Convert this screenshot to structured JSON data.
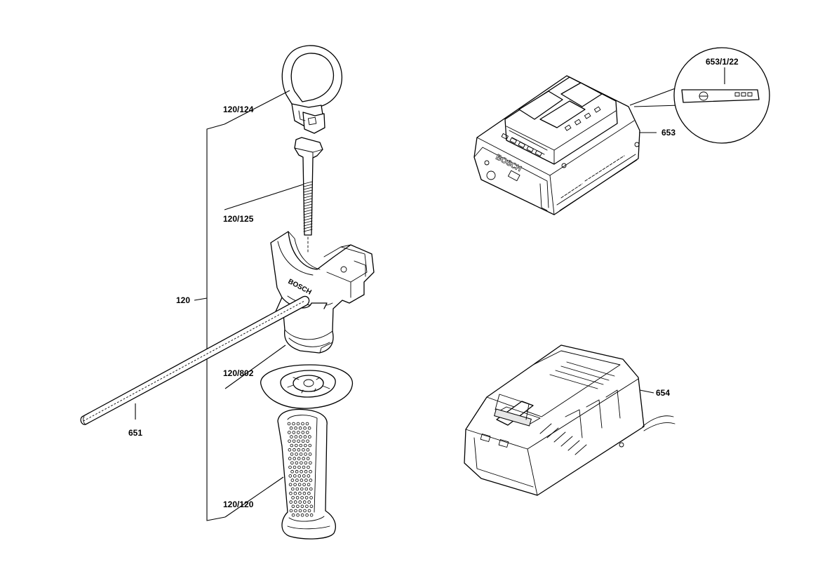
{
  "labels": {
    "group": "120",
    "clamp_band": "120/124",
    "bolt": "120/125",
    "handle_body": "120/802",
    "grip": "120/120",
    "depth_rod": "651",
    "battery": "653",
    "battery_label": "653/1/22",
    "charger": "654"
  },
  "imprint": {
    "brand": "BOSCH"
  }
}
